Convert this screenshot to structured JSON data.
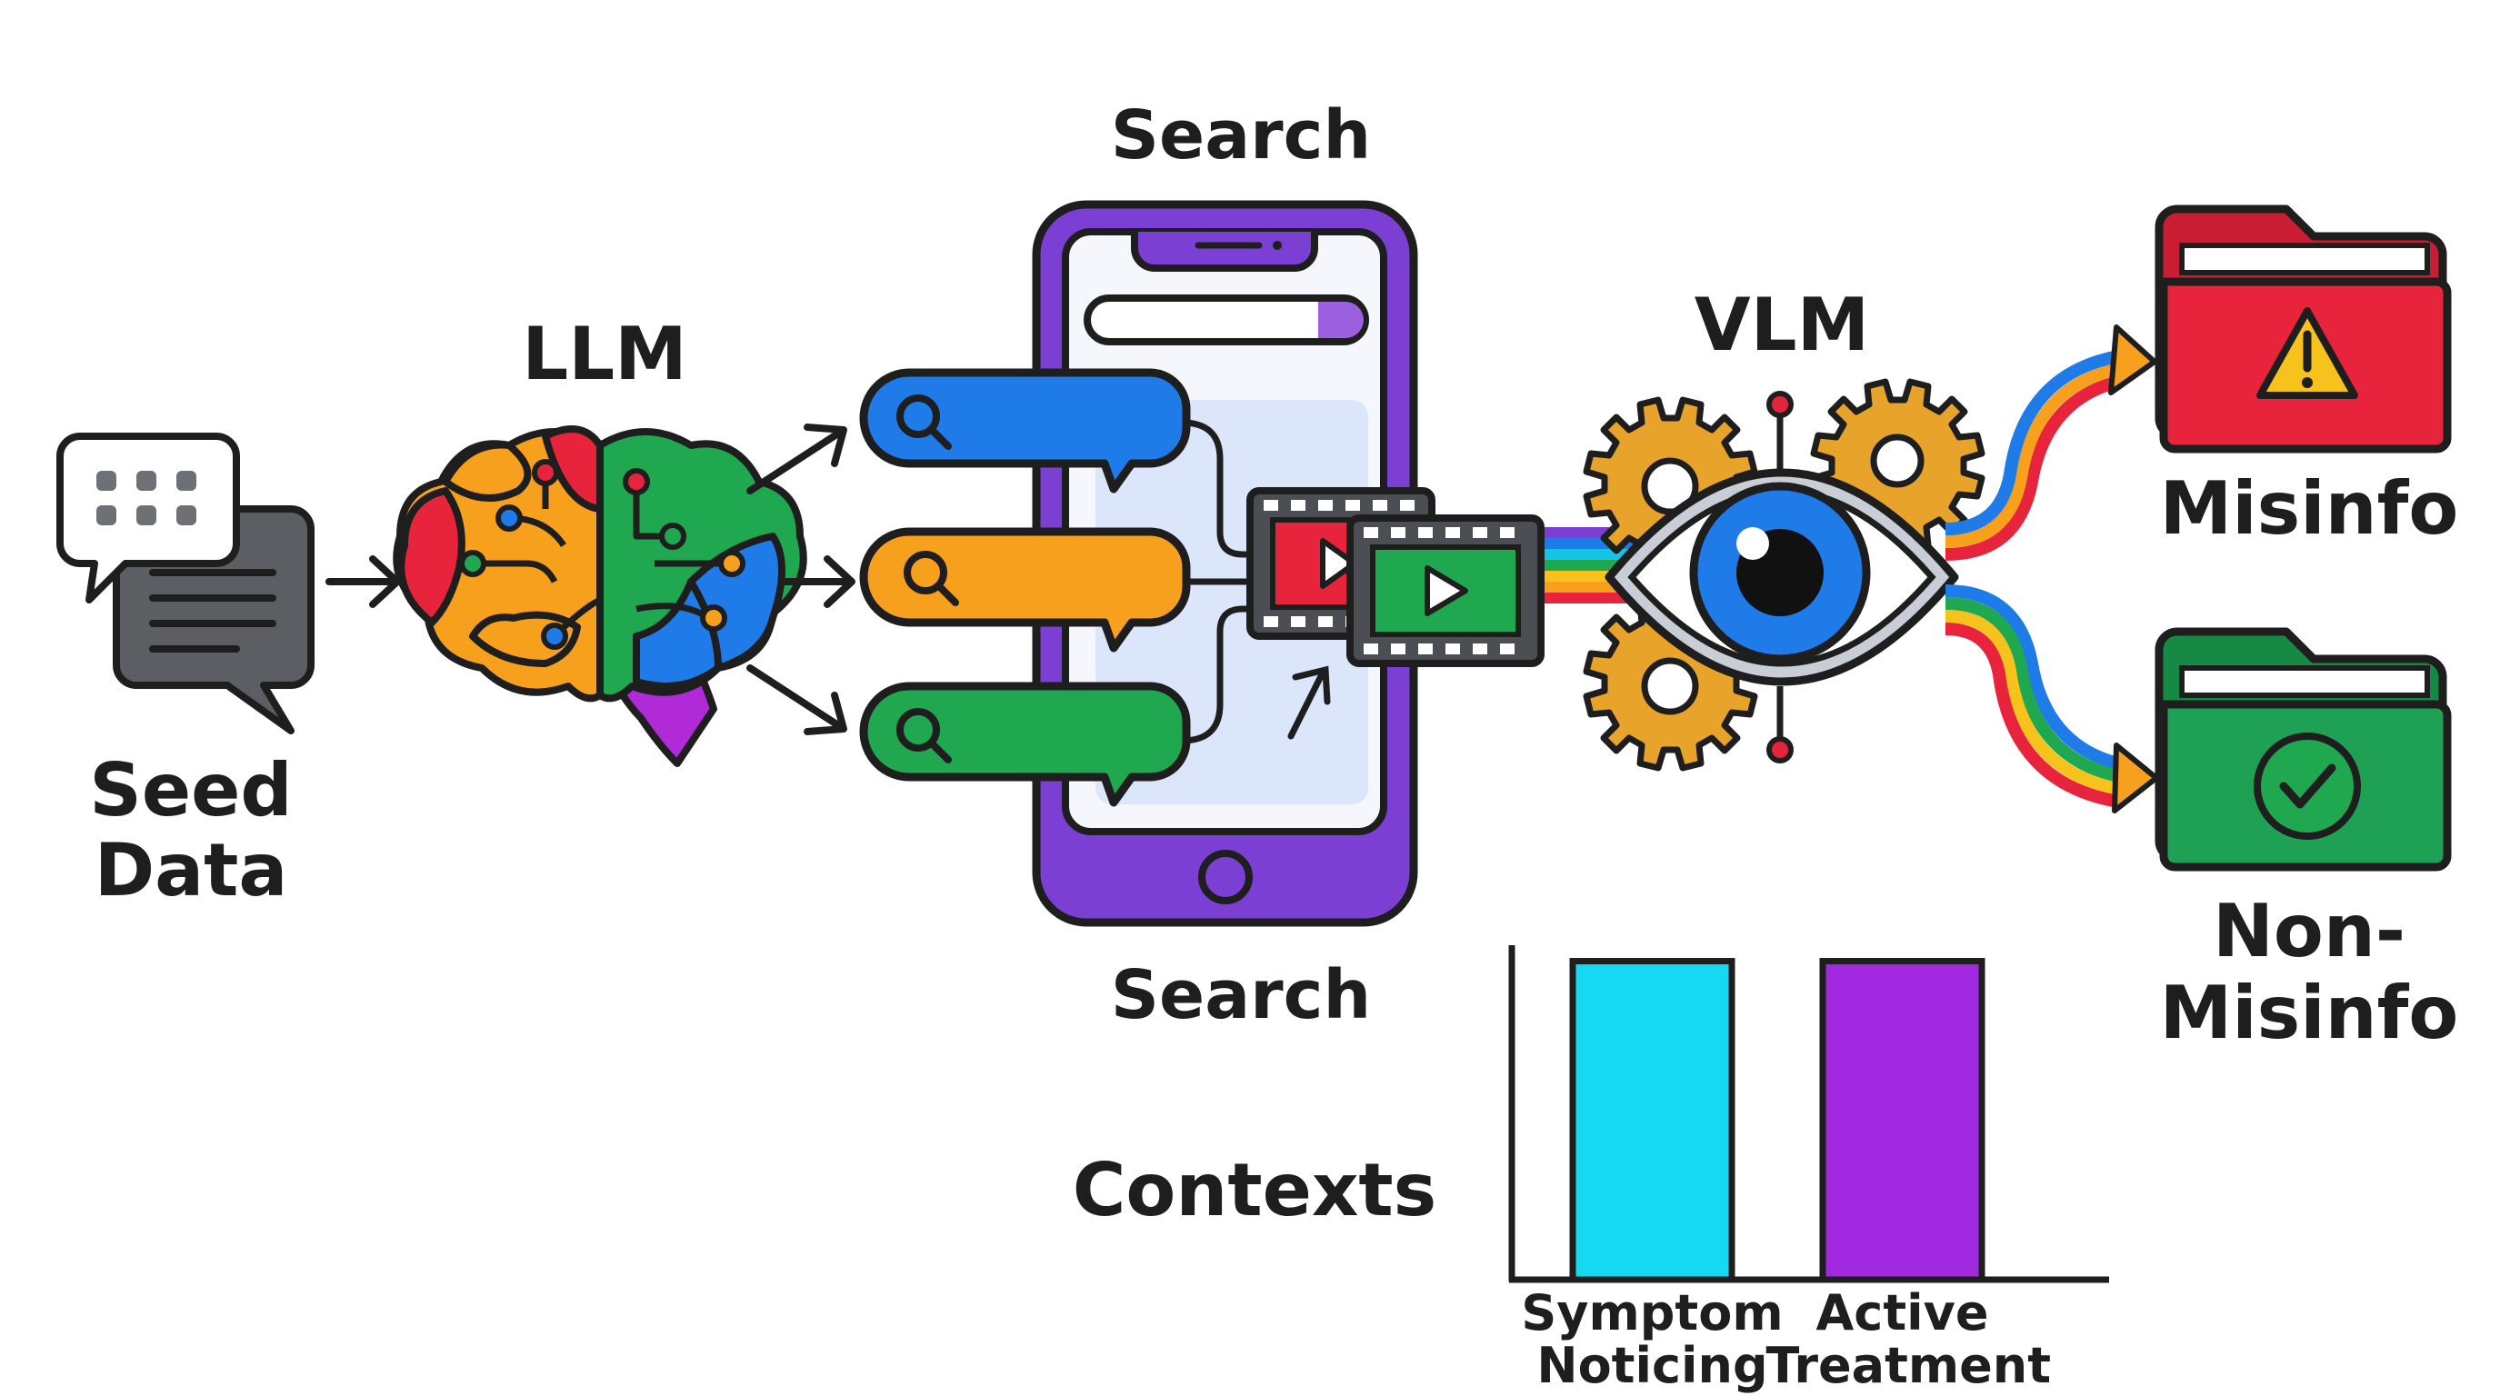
{
  "labels": {
    "seed_line1": "Seed",
    "seed_line2": "Data",
    "llm": "LLM",
    "search_top": "Search",
    "search_bottom": "Search",
    "vlm": "VLM",
    "misinfo": "Misinfo",
    "non_misinfo_line1": "Non-",
    "non_misinfo_line2": "Misinfo",
    "contexts": "Contexts"
  },
  "colors": {
    "outline": "#1e1e1e",
    "phone": "#7c3fd3",
    "query_blue": "#1e7be8",
    "query_orange": "#f7a01d",
    "query_green": "#1fa84f",
    "misinfo_red": "#e8243c",
    "warning_yellow": "#f6c21b",
    "nonmisinfo_green": "#1fa155",
    "bar_cyan": "#16d8f0",
    "bar_purple": "#a12ae0",
    "gear_orange": "#e8a32a"
  },
  "icons": [
    "chat-bubbles-icon",
    "brain-icon",
    "phone-icon",
    "search-icon",
    "film-strip-icon",
    "play-icon",
    "eye-icon",
    "gear-icon",
    "folder-icon",
    "warning-icon",
    "check-icon"
  ],
  "chart_data": {
    "type": "bar",
    "title": "",
    "categories": [
      "Symptom Noticing",
      "Active Treatment"
    ],
    "category_lines": [
      [
        "Symptom",
        "Noticing"
      ],
      [
        "Active",
        "Treatment"
      ]
    ],
    "values": [
      1,
      1
    ],
    "colors": [
      "#16d8f0",
      "#a12ae0"
    ],
    "ylabel": "Contexts",
    "xlabel": "",
    "ylim": [
      0,
      1.05
    ],
    "grid": false
  }
}
